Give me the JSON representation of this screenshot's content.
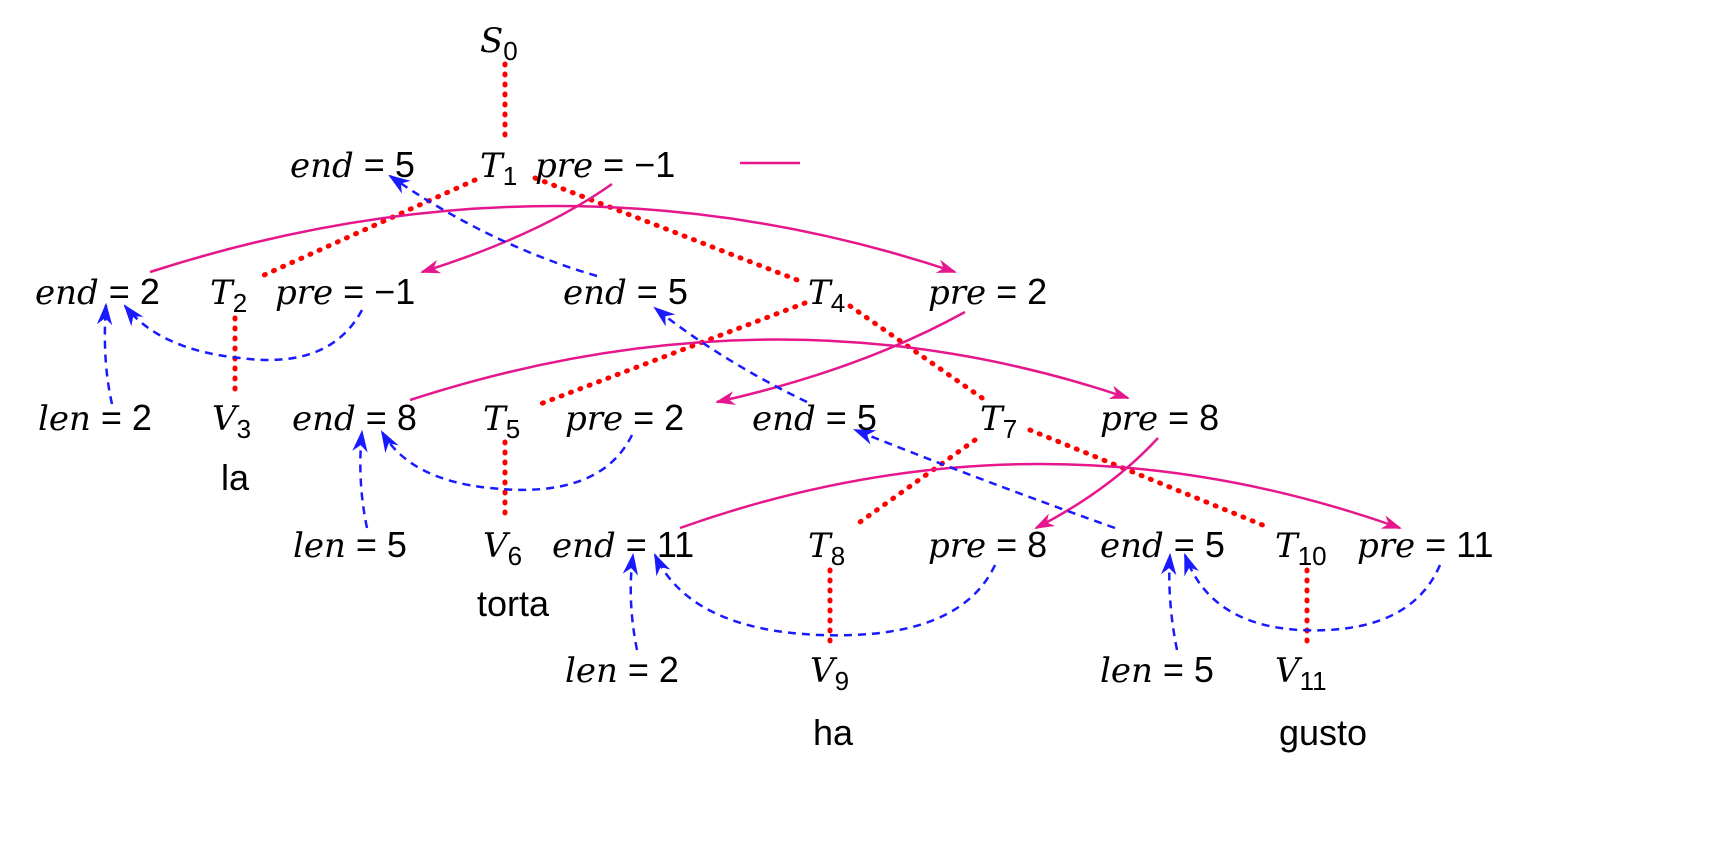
{
  "nodes": {
    "S0": {
      "sym": "S",
      "sub": "0"
    },
    "T1": {
      "sym": "T",
      "sub": "1"
    },
    "T2": {
      "sym": "T",
      "sub": "2"
    },
    "V3": {
      "sym": "V",
      "sub": "3"
    },
    "T4": {
      "sym": "T",
      "sub": "4"
    },
    "T5": {
      "sym": "T",
      "sub": "5"
    },
    "V6": {
      "sym": "V",
      "sub": "6"
    },
    "T7": {
      "sym": "T",
      "sub": "7"
    },
    "T8": {
      "sym": "T",
      "sub": "8"
    },
    "V9": {
      "sym": "V",
      "sub": "9"
    },
    "T10": {
      "sym": "T",
      "sub": "10"
    },
    "V11": {
      "sym": "V",
      "sub": "11"
    }
  },
  "words": {
    "V3": "la",
    "V6": "torta",
    "V9": "ha",
    "V11": "gusto"
  },
  "ann": {
    "t1_end": {
      "var": "end",
      "val": " = 5"
    },
    "t1_pre": {
      "var": "pre",
      "val": " = −1"
    },
    "t1_marker": "⟵",
    "t2_end": {
      "var": "end",
      "val": " = 2"
    },
    "t2_pre": {
      "var": "pre",
      "val": " = −1"
    },
    "t4_end": {
      "var": "end",
      "val": " = 5"
    },
    "t4_pre": {
      "var": "pre",
      "val": " = 2"
    },
    "v3_len": {
      "var": "len",
      "val": " = 2"
    },
    "t5_end": {
      "var": "end",
      "val": " = 8"
    },
    "t5_pre": {
      "var": "pre",
      "val": " = 2"
    },
    "t7_end": {
      "var": "end",
      "val": " = 5"
    },
    "t7_pre": {
      "var": "pre",
      "val": " = 8"
    },
    "v6_len": {
      "var": "len",
      "val": " = 5"
    },
    "t8_end": {
      "var": "end",
      "val": " = 11"
    },
    "t8_pre": {
      "var": "pre",
      "val": " = 8"
    },
    "t10_end": {
      "var": "end",
      "val": " = 5"
    },
    "t10_pre": {
      "var": "pre",
      "val": " = 11"
    },
    "v9_len": {
      "var": "len",
      "val": " = 2"
    },
    "v11_len": {
      "var": "len",
      "val": " = 5"
    }
  },
  "colors": {
    "tree": "#ff0000",
    "pre_link": "#e6168c",
    "end_link": "#1a1aff"
  }
}
